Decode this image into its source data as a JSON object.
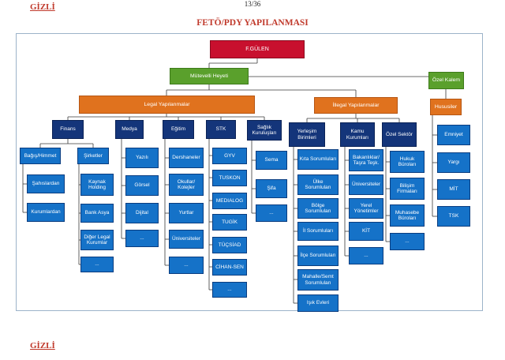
{
  "classification": "GİZLİ",
  "title": "FETÖ/PDY YAPILANMASI",
  "page_number": "13/36",
  "colors": {
    "red": "#c8102e",
    "green": "#5aa02c",
    "orange": "#e0721e",
    "dark_blue": "#14357a",
    "blue": "#1572c8",
    "line": "#3a3a3a"
  },
  "org": {
    "root": "F.GÜLEN",
    "mutevelli": "Mütevelli Heyeti",
    "ozel_kalem": "Özel Kalem",
    "hususiler": "Hususiler",
    "legal": "Legal Yapılanmalar",
    "illegal": "İllegal Yapılanmalar",
    "finans": {
      "label": "Finans",
      "bagis": "Bağış/Himmet",
      "bagis_items": [
        "Şahıslardan",
        "Kurumlardan"
      ],
      "sirketler": "Şirketler",
      "sirket_items": [
        "Kaynak Holding",
        "Bank Asya",
        "Diğer Legal Kurumlar",
        "..."
      ]
    },
    "medya": {
      "label": "Medya",
      "items": [
        "Yazılı",
        "Görsel",
        "Dijital",
        "..."
      ]
    },
    "egitim": {
      "label": "Eğitim",
      "items": [
        "Dershaneler",
        "Okullar/ Kolejler",
        "Yurtlar",
        "Üniversiteler",
        "..."
      ]
    },
    "stk": {
      "label": "STK",
      "items": [
        "GYV",
        "TUSKON",
        "MEDIALOG",
        "TUGİK",
        "TÜÇSİAD",
        "CİHAN-SEN",
        "..."
      ]
    },
    "saglik": {
      "label": "Sağlık Kuruluşları",
      "items": [
        "Sema",
        "Şifa",
        "..."
      ]
    },
    "yerlesim": {
      "label": "Yerleşim Birimleri",
      "items": [
        "Kıta Sorumluları",
        "Ülke Sorumluları",
        "Bölge Sorumluları",
        "İl Sorumluları",
        "İlçe Sorumluları",
        "Mahalle/Semt Sorumluları",
        "Işık Evleri"
      ]
    },
    "kamu": {
      "label": "Kamu Kurumları",
      "items": [
        "Bakanlıklar/ Taşra Teşk.",
        "Üniversiteler",
        "Yerel Yönetimler",
        "KİT",
        "..."
      ]
    },
    "ozel": {
      "label": "Özel Sektör",
      "items": [
        "Hukuk Büroları",
        "Bilişim Firmaları",
        "Muhasebe Büroları",
        "..."
      ]
    },
    "hususiler_items": [
      "Emniyet",
      "Yargı",
      "MİT",
      "TSK"
    ]
  }
}
